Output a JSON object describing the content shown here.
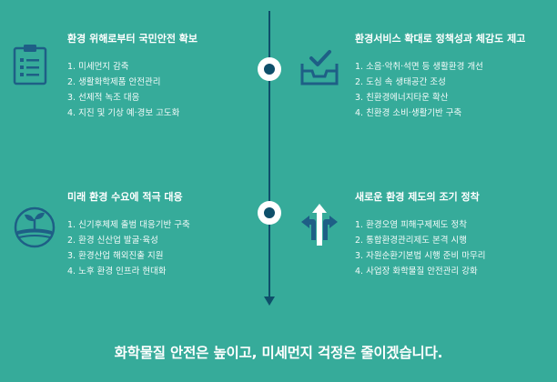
{
  "sections": [
    {
      "title": "환경 위해로부터 국민안전 확보",
      "icon": "clipboard-checklist-icon",
      "items": [
        "1. 미세먼지 감축",
        "2. 생활화학제품 안전관리",
        "3. 선제적 녹조 대응",
        "4. 지진 및 기상 예·경보 고도화"
      ]
    },
    {
      "title": "환경서비스 확대로 정책성과 체감도 제고",
      "icon": "inbox-check-icon",
      "items": [
        "1. 소음·악취·석면 등 생활환경 개선",
        "2. 도심 속 생태공간 조성",
        "3. 친환경에너지타운 확산",
        "4. 친환경 소비·생활기반 구축"
      ]
    },
    {
      "title": "미래 환경 수요에 적극 대응",
      "icon": "sprout-globe-icon",
      "items": [
        "1. 신기후체제 출범 대응기반 구축",
        "2. 환경 신산업 발굴·육성",
        "3. 환경산업 해외진출 지원",
        "4. 노후 환경 인프라 현대화"
      ]
    },
    {
      "title": "새로운 환경 제도의 조기 정착",
      "icon": "directional-arrows-icon",
      "items": [
        "1. 환경오염 피해구제제도 정착",
        "2. 통합환경관리제도 본격 시행",
        "3. 자원순환기본법 시행 준비 마무리",
        "4. 사업장 화학물질 안전관리 강화"
      ]
    }
  ],
  "footer": "화학물질 안전은 높이고, 미세먼지 걱정은 줄이겠습니다.",
  "colors": {
    "background": "#36ab9a",
    "timeline": "#0e4f6a",
    "icon": "#1e5f86",
    "text": "#ffffff"
  }
}
